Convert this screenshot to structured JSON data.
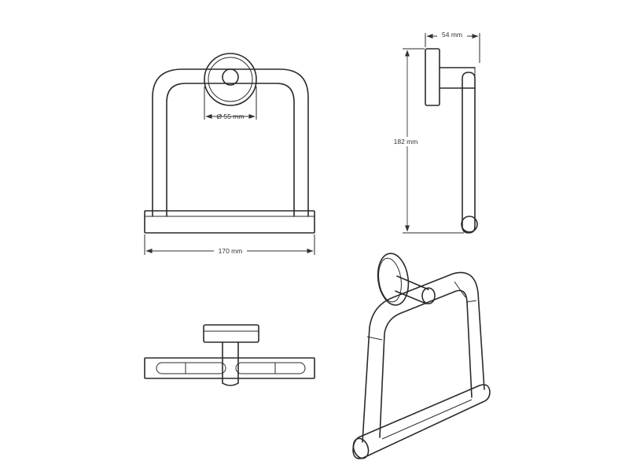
{
  "dimensions": {
    "depth": "54 mm",
    "diameter": "Ø 55 mm",
    "height": "182 mm",
    "width": "170 mm"
  }
}
